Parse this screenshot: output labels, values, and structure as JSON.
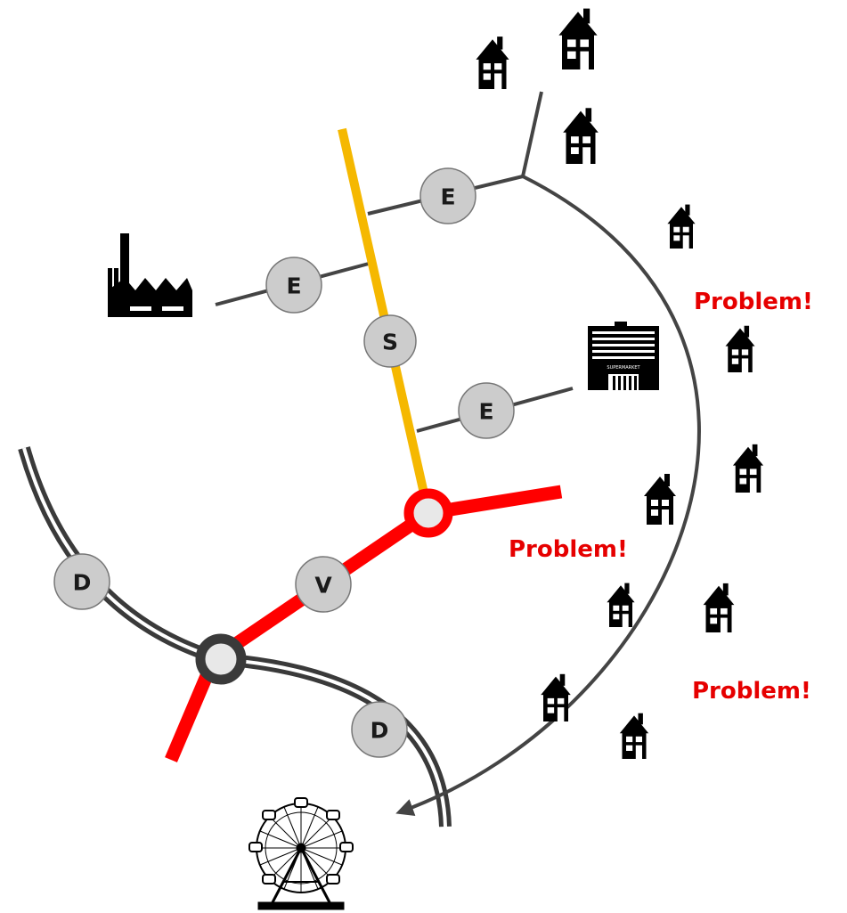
{
  "colors": {
    "collector": "#f5b800",
    "arterial": "#ff0000",
    "distributor": "#3a3a3a",
    "local": "#444444",
    "node_fill": "#cccccc",
    "warning": "#e60000"
  },
  "node_labels": {
    "e1": "E",
    "e2": "E",
    "e3": "E",
    "s": "S",
    "v": "V",
    "d1": "D",
    "d2": "D"
  },
  "warnings": {
    "w1": "Problem!",
    "w2": "Problem!",
    "w3": "Problem!"
  },
  "icons": [
    "factory-icon",
    "supermarket-icon",
    "house-icon",
    "ferris-wheel-icon"
  ],
  "supermarket_sign": "SUPERMARKET"
}
